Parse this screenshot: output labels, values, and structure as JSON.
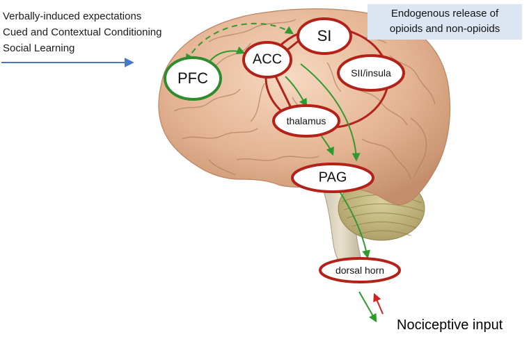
{
  "input_labels": [
    "Verbally-induced expectations",
    "Cued and Contextual Conditioning",
    "Social Learning"
  ],
  "opioid_box": {
    "line1": "Endogenous release of",
    "line2": "opioids and non-opioids"
  },
  "regions": {
    "pfc": "PFC",
    "acc": "ACC",
    "si": "SI",
    "sii_insula": "SII/insula",
    "thalamus": "thalamus",
    "pag": "PAG",
    "dorsal_horn": "dorsal horn"
  },
  "nociceptive_label": "Nociceptive input",
  "colors": {
    "red_outline": "#b22218",
    "green_outline": "#2e8b2e",
    "arrow_green": "#2e9a2e",
    "input_arrow_blue": "#4a76c2",
    "label_box_fill": "#dce6f2",
    "brain_base": "#e6b898"
  }
}
